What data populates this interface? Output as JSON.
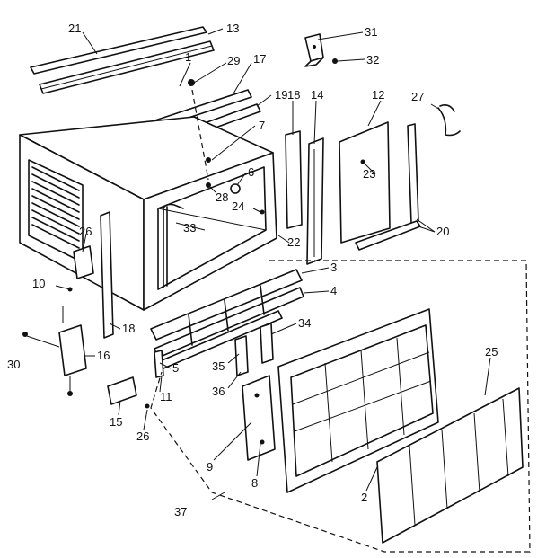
{
  "labels": {
    "p1": "1",
    "p2": "2",
    "p3": "3",
    "p4": "4",
    "p5": "5",
    "p6": "6",
    "p7": "7",
    "p8": "8",
    "p9": "9",
    "p10": "10",
    "p11": "11",
    "p12": "12",
    "p13": "13",
    "p14": "14",
    "p15": "15",
    "p16": "16",
    "p17": "17",
    "p18a": "18",
    "p18b": "18",
    "p19": "19",
    "p20": "20",
    "p21": "21",
    "p22": "22",
    "p23": "23",
    "p24": "24",
    "p25": "25",
    "p26a": "26",
    "p26b": "26",
    "p27": "27",
    "p28": "28",
    "p29": "29",
    "p30": "30",
    "p31": "31",
    "p32": "32",
    "p33": "33",
    "p34": "34",
    "p35": "35",
    "p36": "36",
    "p37": "37"
  },
  "colors": {
    "line": "#111111",
    "background": "#ffffff"
  }
}
